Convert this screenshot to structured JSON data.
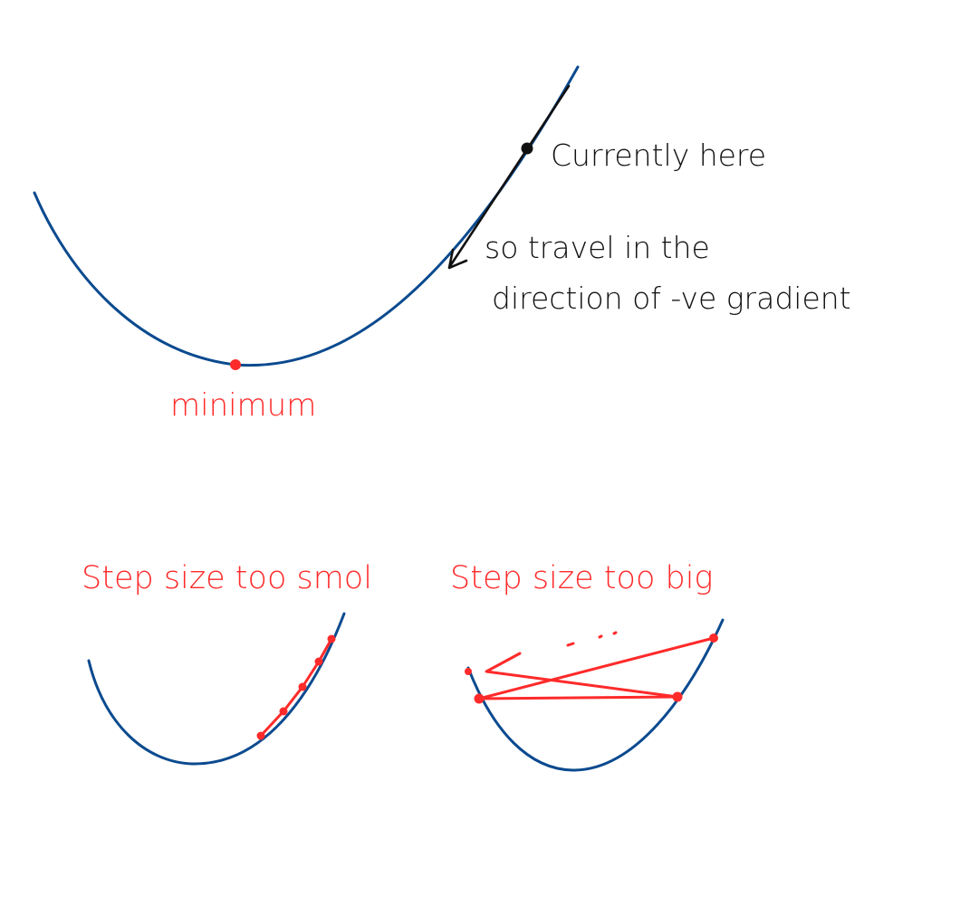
{
  "labels": {
    "current": "Currently here",
    "direction_line1": "so travel in the",
    "direction_line2": "direction of -ve gradient",
    "minimum": "minimum",
    "small_step": "Step size too smol",
    "big_step": "Step size too big"
  },
  "colors": {
    "curve": "#0b4a8f",
    "annotation_black": "#111111",
    "annotation_red": "#ff2a2a"
  }
}
